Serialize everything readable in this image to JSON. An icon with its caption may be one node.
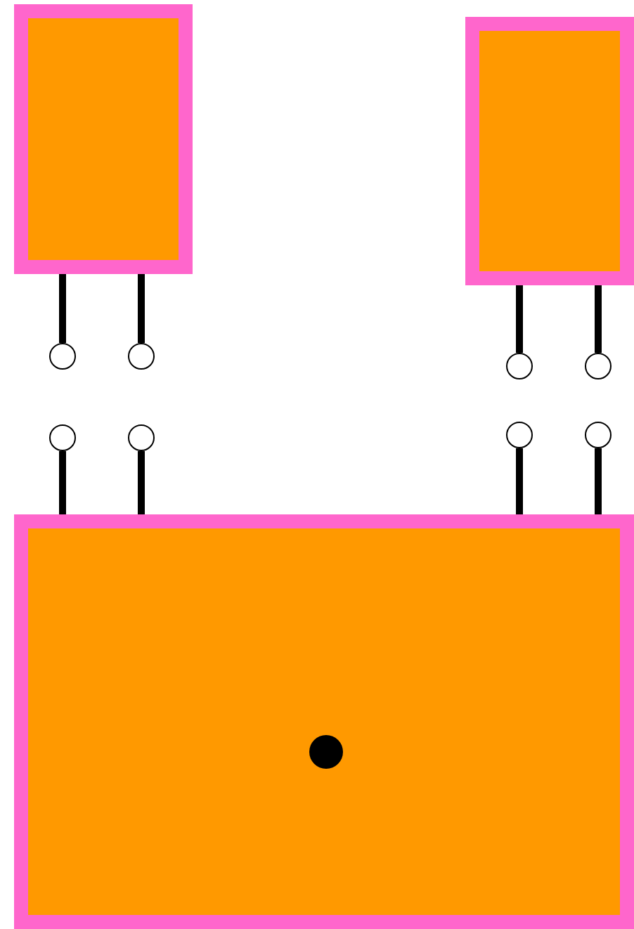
{
  "diagram": {
    "nodes": [
      {
        "text": [],
        "shape": "box"
      },
      {
        "text": [],
        "shape": "box"
      },
      {
        "text": [],
        "shape": "circle"
      },
      {
        "text": [],
        "shape": "circle"
      },
      {
        "text": [],
        "shape": "circle"
      },
      {
        "text": [],
        "shape": "circle"
      },
      {
        "text": [],
        "shape": "circle"
      },
      {
        "text": [],
        "shape": "circle"
      },
      {
        "text": [],
        "shape": "circle"
      },
      {
        "text": [],
        "shape": "circle"
      },
      {
        "text": [],
        "shape": "box"
      }
    ],
    "edges": [
      {
        "from": 0,
        "to": 2,
        "arrow": "none"
      },
      {
        "from": 0,
        "to": 3,
        "arrow": "none"
      },
      {
        "from": 1,
        "to": 4,
        "arrow": "none"
      },
      {
        "from": 1,
        "to": 5,
        "arrow": "none"
      },
      {
        "from": 6,
        "to": 10,
        "arrow": "none"
      },
      {
        "from": 7,
        "to": 10,
        "arrow": "none"
      },
      {
        "from": 8,
        "to": 10,
        "arrow": "none"
      },
      {
        "from": 9,
        "to": 10,
        "arrow": "none"
      }
    ]
  }
}
